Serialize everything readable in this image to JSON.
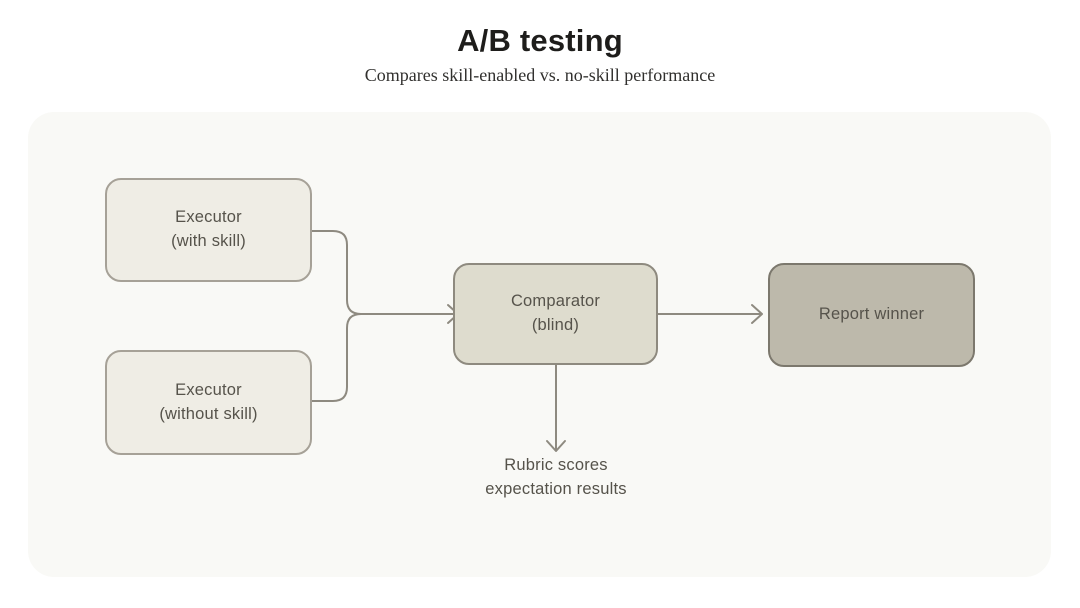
{
  "header": {
    "title": "A/B testing",
    "subtitle": "Compares skill-enabled vs. no-skill performance"
  },
  "diagram": {
    "nodes": {
      "executor_with_skill": {
        "line1": "Executor",
        "line2": "(with skill)"
      },
      "executor_without_skill": {
        "line1": "Executor",
        "line2": "(without skill)"
      },
      "comparator": {
        "line1": "Comparator",
        "line2": "(blind)"
      },
      "report_winner": {
        "line1": "Report winner"
      }
    },
    "annotation": {
      "line1": "Rubric scores",
      "line2": "expectation results"
    },
    "edges": [
      {
        "from": "executor_with_skill",
        "to": "comparator"
      },
      {
        "from": "executor_without_skill",
        "to": "comparator"
      },
      {
        "from": "comparator",
        "to": "report_winner"
      },
      {
        "from": "comparator",
        "to": "rubric_annotation"
      }
    ]
  },
  "colors": {
    "page_bg": "#ffffff",
    "panel_bg": "#f9f9f6",
    "executor_fill": "#efede5",
    "executor_border": "#a6a197",
    "comparator_fill": "#dedcce",
    "comparator_border": "#8e8a7f",
    "report_fill": "#bdb9ab",
    "report_border": "#7c786d",
    "connector": "#8e8a80",
    "title_text": "#1e1d1b",
    "subtitle_text": "#31302e",
    "node_text": "#56534b"
  }
}
